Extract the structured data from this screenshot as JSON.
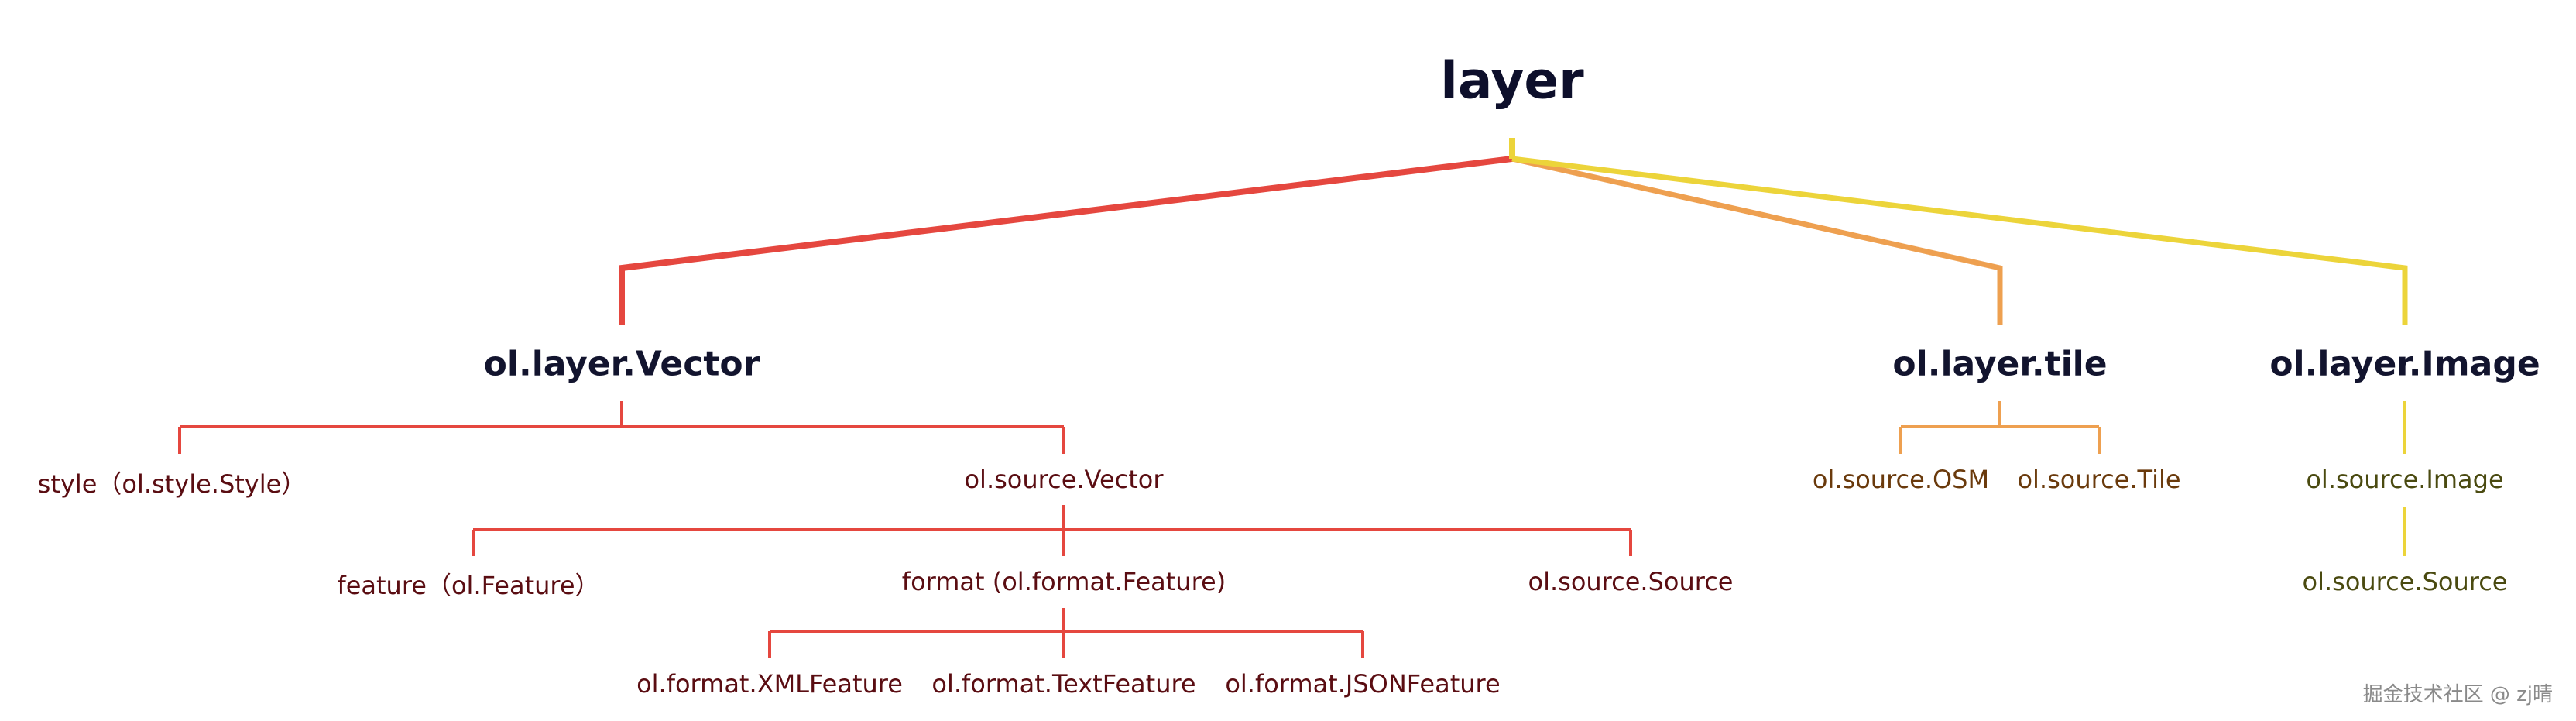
{
  "diagram": {
    "root": "layer",
    "vector": {
      "title": "ol.layer.Vector",
      "style": "style（ol.style.Style）",
      "source": "ol.source.Vector",
      "feature": "feature（ol.Feature）",
      "format": "format (ol.format.Feature)",
      "source_source": "ol.source.Source",
      "xml": "ol.format.XMLFeature",
      "text": "ol.format.TextFeature",
      "json": "ol.format.JSONFeature"
    },
    "tile": {
      "title": "ol.layer.tile",
      "osm": "ol.source.OSM",
      "tile_source": "ol.source.Tile"
    },
    "image": {
      "title": "ol.layer.Image",
      "image_source": "ol.source.Image",
      "source_source": "ol.source.Source"
    },
    "colors": {
      "red": "#e5473f",
      "orange": "#eea050",
      "yellow": "#ecd43a"
    }
  },
  "watermark": "掘金技术社区 @ zj晴"
}
